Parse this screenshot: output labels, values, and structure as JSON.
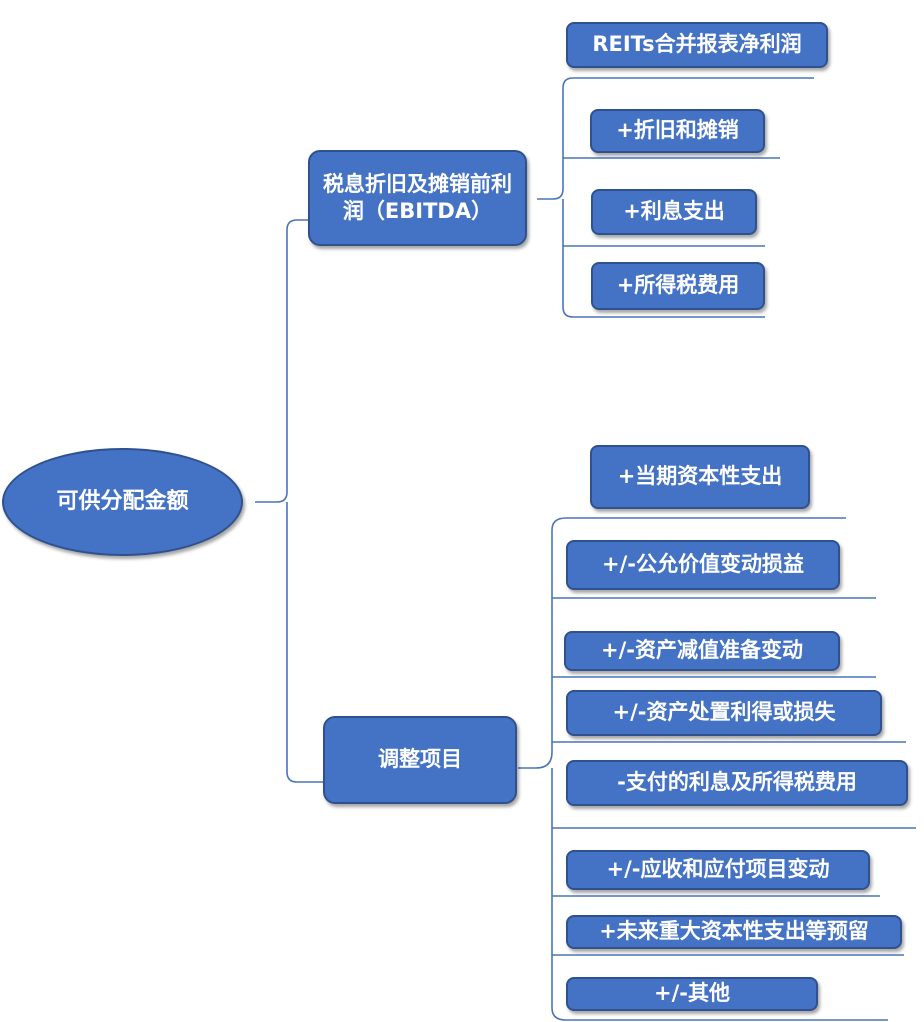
{
  "root": {
    "label": "可供分配金额"
  },
  "branches": [
    {
      "label": "税息折旧及摊销前利润（EBITDA）",
      "children": [
        {
          "label": "REITs合并报表净利润"
        },
        {
          "label": "+折旧和摊销"
        },
        {
          "label": "+利息支出"
        },
        {
          "label": "+所得税费用"
        }
      ]
    },
    {
      "label": "调整项目",
      "children": [
        {
          "label": "+当期资本性支出"
        },
        {
          "label": "+/-公允价值变动损益"
        },
        {
          "label": "+/-资产减值准备变动"
        },
        {
          "label": "+/-资产处置利得或损失"
        },
        {
          "label": "-支付的利息及所得税费用"
        },
        {
          "label": "+/-应收和应付项目变动"
        },
        {
          "label": "+未来重大资本性支出等预留"
        },
        {
          "label": "+/-其他"
        }
      ]
    }
  ],
  "colors": {
    "node_fill": "#4472C4",
    "node_border": "#2F528F",
    "connector": "#4A74B8",
    "text": "#FFFFFF"
  }
}
